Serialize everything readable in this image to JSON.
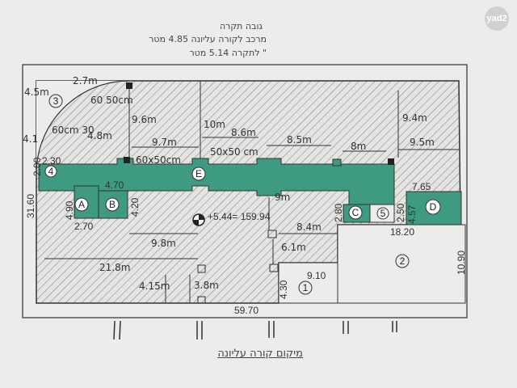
{
  "logo": "yad2",
  "header_notes": [
    "גובה תקרה",
    "מרכב לקורה עליונה 4.85 מטר",
    "\" לתקרה 5.14 מטר"
  ],
  "footer_note": "מיקום קורה עליונה",
  "zones": {
    "z1": "1",
    "z2": "2",
    "z3": "3",
    "z4": "4",
    "z5": "5",
    "A": "A",
    "B": "B",
    "C": "C",
    "D": "D",
    "E": "E"
  },
  "dimensions": {
    "total_width": "59.70",
    "total_height": "31.60",
    "lot2_width": "18.20",
    "lot2_height": "10.90",
    "lot1_width": "9.10",
    "lot1_height": "4.30",
    "a_height": "4.90",
    "a_width": "2.70",
    "b_width": "4.70",
    "b_height": "4.20",
    "c_height": "2.80",
    "five_height": "2.50",
    "d_width": "7.65",
    "d_height": "4.57",
    "left_top": "2.00",
    "left_band": "2.30",
    "elevation": "+5.44= 159.94"
  },
  "handwritten": {
    "d_96": "9.6m",
    "d_10": "10m",
    "d_97": "9.7m",
    "d_86": "8.6m",
    "d_85": "8.5m",
    "d_8": "8m",
    "d_94": "9.4m",
    "d_95": "9.5m",
    "d_9": "9m",
    "d_84": "8.4m",
    "d_61": "6.1m",
    "d_98": "9.8m",
    "d_218": "21.8m",
    "d_415": "4.15m",
    "d_38": "3.8m",
    "d_45": "4.5m",
    "d_27": "2.7m",
    "d_48": "4.8m",
    "d_41": "4.1",
    "col_6050": "60x50cm",
    "col_5050": "50x50 cm",
    "col_60_50": "60 50cm",
    "col_60_30": "60cm 30"
  },
  "colors": {
    "green": "#3f9a82",
    "hatch": "#8a8a8a",
    "paper": "#ececea",
    "line": "#333333"
  }
}
